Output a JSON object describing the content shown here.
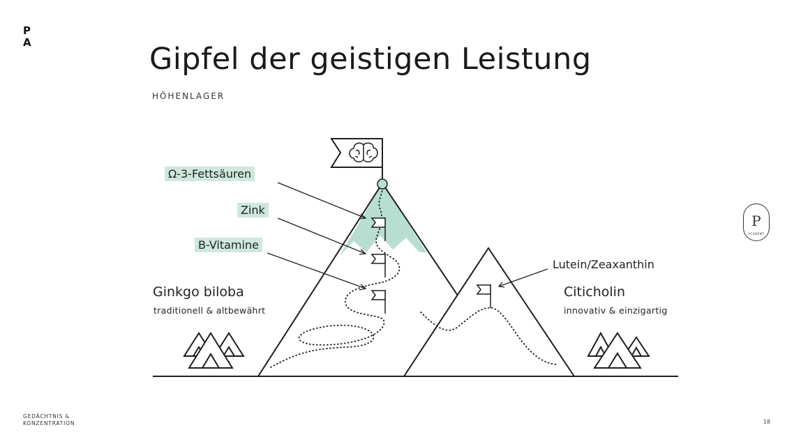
{
  "brand": {
    "line1": "P",
    "line2": "A"
  },
  "title": "Gipfel der geistigen Leistung",
  "subtitle": "HÖHENLAGER",
  "nutrients": {
    "omega": "Ω-3-Fettsäuren",
    "zinc": "Zink",
    "vitamin_b": "B-Vitamine",
    "lutein": "Lutein/Zeaxanthin"
  },
  "left_camp": {
    "name": "Ginkgo biloba",
    "desc": "traditionell & altbewährt"
  },
  "right_camp": {
    "name": "Citicholin",
    "desc": "innovativ & einzigartig"
  },
  "badge": {
    "letter": "P",
    "text": "ACADEMY"
  },
  "footer": {
    "line1": "GEDÄCHTNIS &",
    "line2": "KONZENTRATION"
  },
  "page_number": "18",
  "colors": {
    "accent": "#cfe8dd",
    "accent_fill": "#b7ded0",
    "ink": "#1e1e1e"
  }
}
